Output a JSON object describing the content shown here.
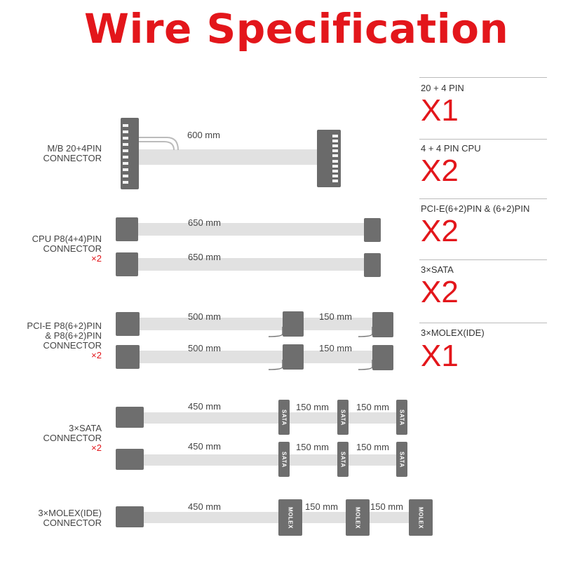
{
  "title": "Wire Specification",
  "cables": {
    "mb": {
      "label_lines": [
        "M/B 20+4PIN",
        "CONNECTOR"
      ],
      "length": "600 mm"
    },
    "cpu": {
      "label_lines": [
        "CPU P8(4+4)PIN",
        "CONNECTOR"
      ],
      "multiplier": "×2",
      "length1": "650 mm",
      "length2": "650 mm"
    },
    "pcie": {
      "label_lines": [
        "PCI-E P8(6+2)PIN",
        "& P8(6+2)PIN",
        "CONNECTOR"
      ],
      "multiplier": "×2",
      "length_main": "500 mm",
      "length_ext": "150 mm"
    },
    "sata": {
      "label_lines": [
        "3×SATA",
        "CONNECTOR"
      ],
      "multiplier": "×2",
      "length_main": "450 mm",
      "length_ext": "150 mm",
      "connector_text": "SATA"
    },
    "molex": {
      "label_lines": [
        "3×MOLEX(IDE)",
        "CONNECTOR"
      ],
      "length_main": "450 mm",
      "length_ext": "150 mm",
      "connector_text": "MOLEX"
    }
  },
  "quantities": [
    {
      "label": "20 + 4 PIN",
      "value": "X1"
    },
    {
      "label": "4 + 4 PIN CPU",
      "value": "X2"
    },
    {
      "label": "PCI-E(6+2)PIN & (6+2)PIN",
      "value": "X2"
    },
    {
      "label": "3×SATA",
      "value": "X2"
    },
    {
      "label": "3×MOLEX(IDE)",
      "value": "X1"
    }
  ],
  "colors": {
    "accent": "#e3161b",
    "connector": "#6e6e6e",
    "cable": "#e1e1e1"
  }
}
